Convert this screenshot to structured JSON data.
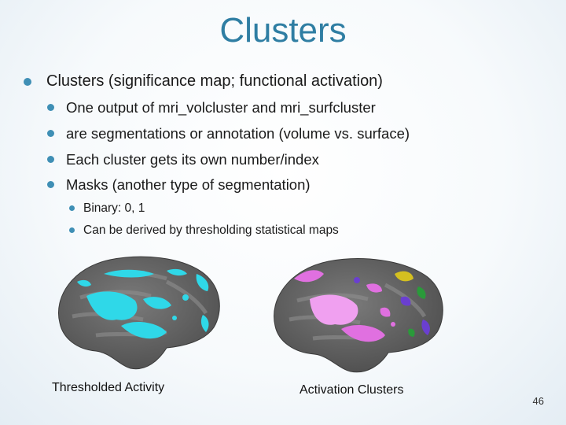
{
  "slide": {
    "title": "Clusters",
    "bullets": [
      {
        "text": "Clusters (significance map; functional activation)",
        "children": [
          {
            "text": "One output of mri_volcluster and mri_surfcluster"
          },
          {
            "text": "are segmentations or annotation (volume vs. surface)"
          },
          {
            "text": "Each cluster gets its own number/index"
          },
          {
            "text": "Masks (another type of segmentation)",
            "children": [
              {
                "text": "Binary: 0, 1"
              },
              {
                "text": "Can be derived by thresholding statistical maps"
              }
            ]
          }
        ]
      }
    ],
    "figures": [
      {
        "caption": "Thresholded Activity",
        "overlay_color": "#2fd8e8"
      },
      {
        "caption": "Activation Clusters",
        "overlay_colors": [
          "#e070e0",
          "#f0a0f0",
          "#6a3fd0",
          "#2a9a3a",
          "#d4c020"
        ]
      }
    ],
    "page_number": "46"
  },
  "colors": {
    "title": "#2f7ea3",
    "bullet": "#3f8fb5",
    "brain_base": "#6b6b6b"
  }
}
